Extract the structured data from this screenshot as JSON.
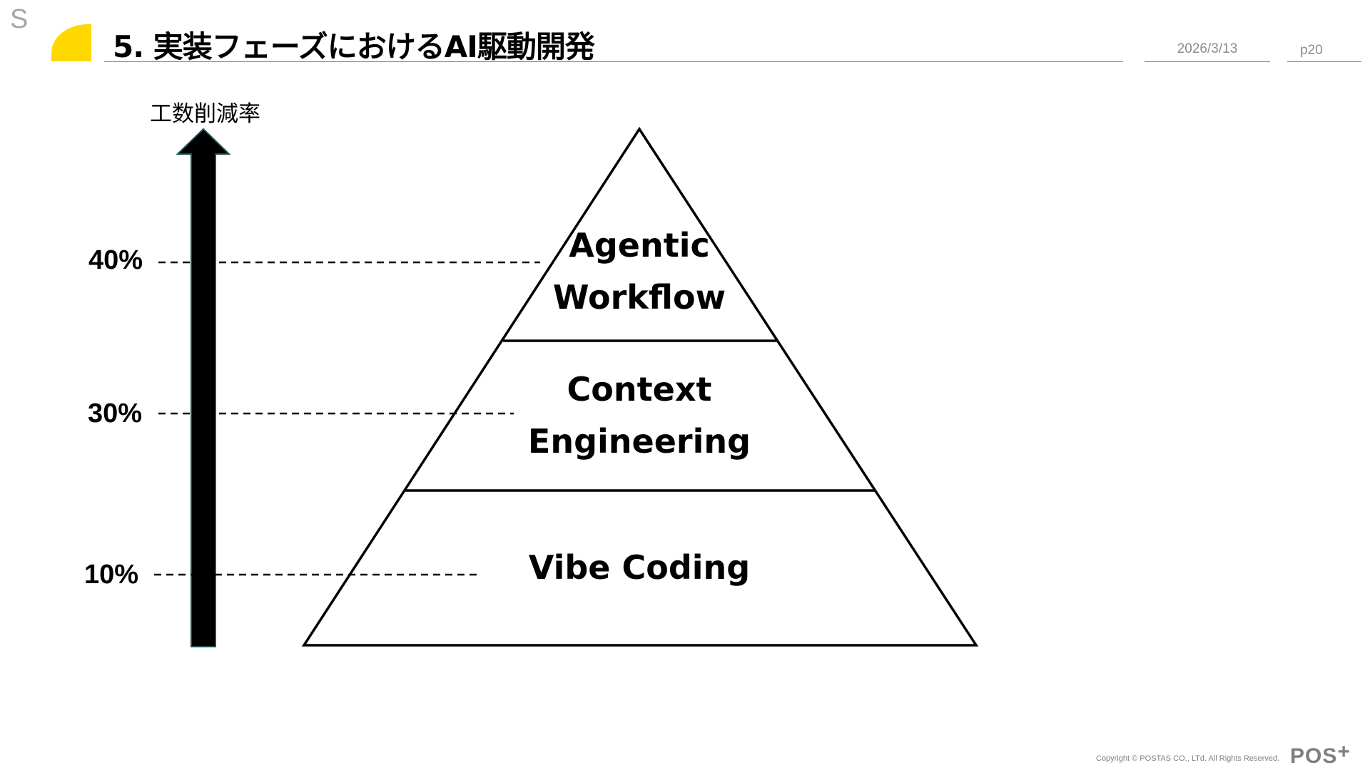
{
  "corner_letter": "S",
  "title": "5. 実装フェーズにおけるAI駆動開発",
  "date": "2026/3/13",
  "page": "p20",
  "axis_title": "工数削減率",
  "levels": [
    {
      "pct": "40%",
      "layer": [
        "Agentic",
        "Workflow"
      ]
    },
    {
      "pct": "30%",
      "layer": [
        "Context",
        "Engineering"
      ]
    },
    {
      "pct": "10%",
      "layer": [
        "Vibe Coding"
      ]
    }
  ],
  "footer": {
    "copyright": "Copyright © POSTAS CO., LTd. All Rights Reserved.",
    "logo_text": "POS",
    "logo_mark": "+"
  },
  "colors": {
    "accent_yellow": "#ffd800",
    "rule_gray": "#8c8c8c",
    "arrow_fill": "#000000",
    "arrow_outline": "#1f4e4e"
  },
  "icons": {
    "header_mark": "yellow-quarter-circle-icon",
    "axis_arrow": "up-arrow-icon"
  }
}
